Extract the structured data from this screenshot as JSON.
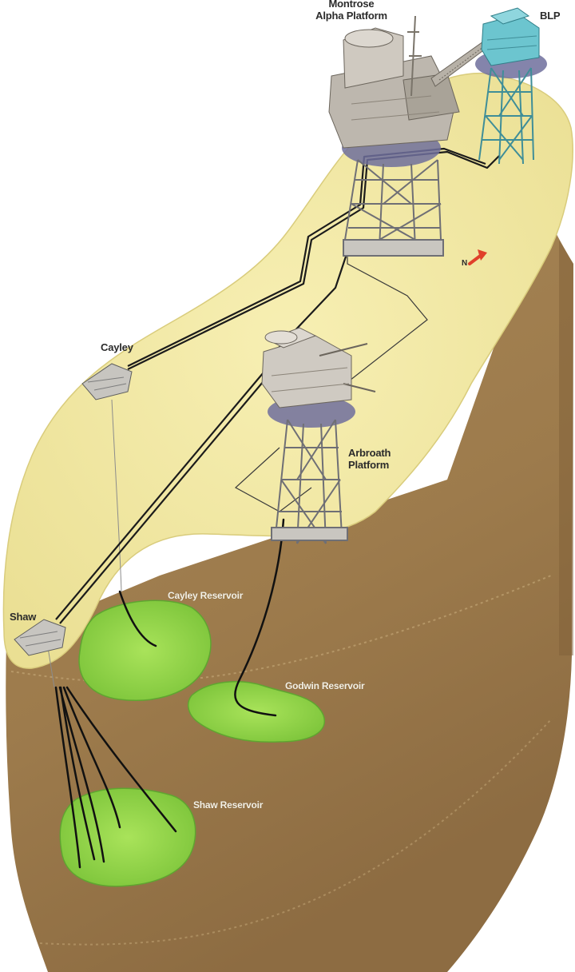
{
  "labels": {
    "montrose": "Montrose\nAlpha Platform",
    "blp": "BLP",
    "cayley": "Cayley",
    "arbroath": "Arbroath\nPlatform",
    "shaw": "Shaw",
    "cayley_reservoir": "Cayley Reservoir",
    "godwin_reservoir": "Godwin Reservoir",
    "shaw_reservoir": "Shaw Reservoir",
    "north_marker": "N"
  },
  "colors": {
    "seabed": "#f3e9a3",
    "subsurface": "#a07f52",
    "subsurface_dark": "#8a6a41",
    "reservoir": "#8dd24a",
    "platform_grey": "#b9b4ac",
    "bridge_link_platform": "#66c4cf",
    "jacket_shadow": "#6e6f9c",
    "pipeline": "#1b1b1b",
    "north_arrow": "#e0402a"
  }
}
